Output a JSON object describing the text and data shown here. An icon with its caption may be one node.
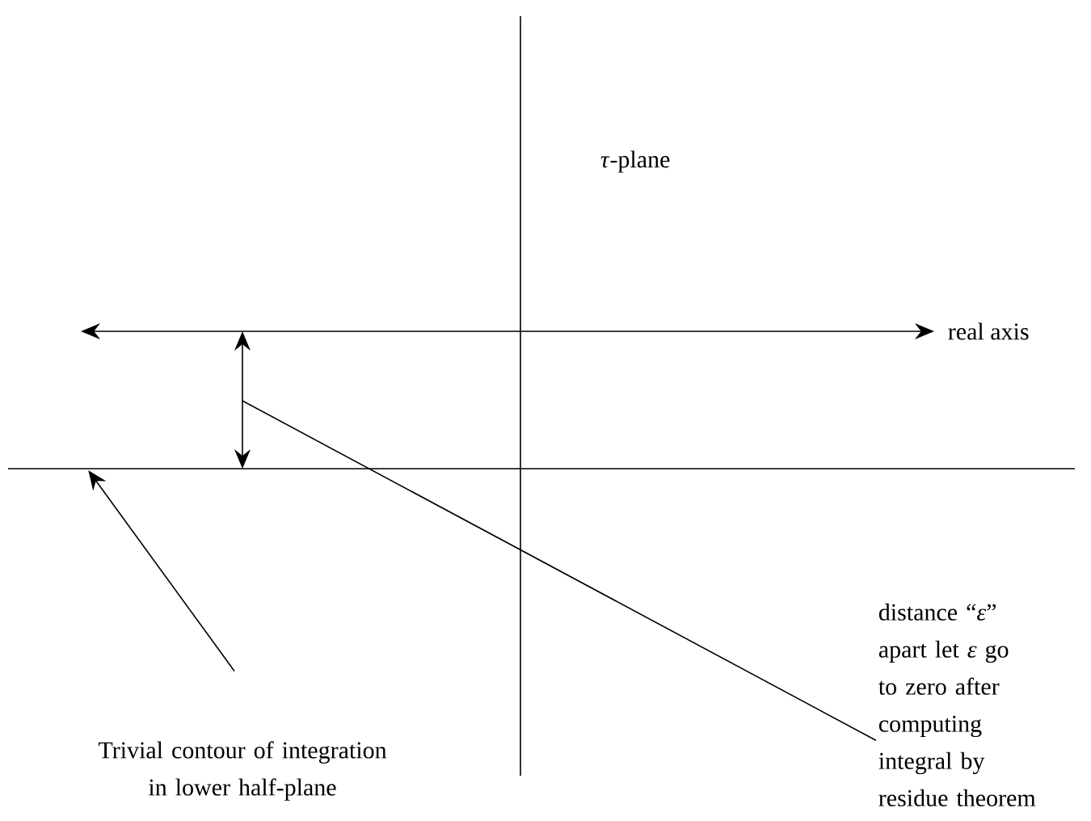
{
  "diagram": {
    "nodes": [
      {
        "text": [
          "distance “*ε*” apart let *ε* go to zero after computing integral by residue theorem"
        ]
      },
      {
        "text": [
          "Trivial contour of integration in lower half-plane"
        ]
      },
      {
        "text": [],
        "shape": "line"
      }
    ],
    "edges": [
      {
        "from": 0,
        "to": null,
        "arrow": "none"
      },
      {
        "from": 1,
        "to": 2,
        "arrow": "to"
      }
    ],
    "labels": [
      "*τ*-plane",
      "real axis"
    ]
  }
}
